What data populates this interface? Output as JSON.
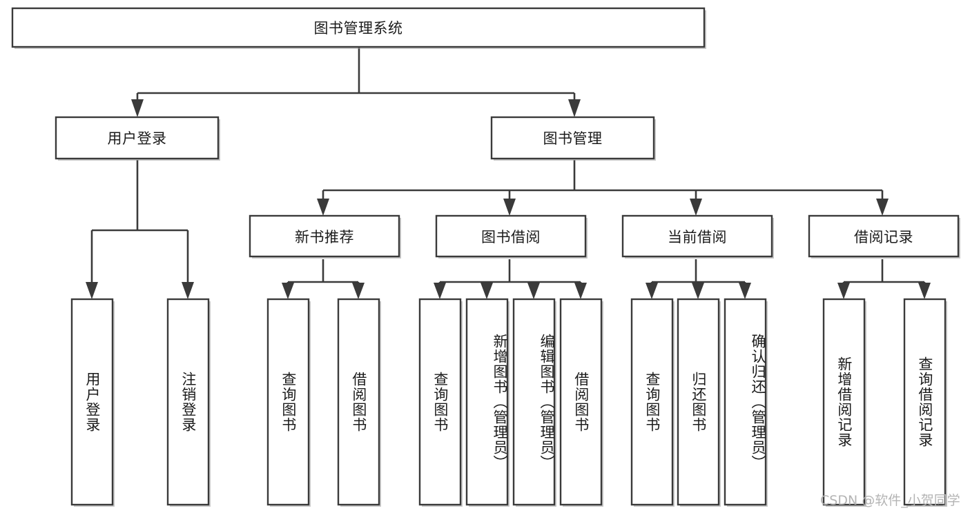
{
  "diagram": {
    "title": "图书管理系统",
    "type": "functional-structure-tree",
    "orientation": "top-down",
    "colors": {
      "box_stroke": "#3a3a3a",
      "box_fill": "#ffffff",
      "edge": "#3a3a3a",
      "text": "#1b1b1b",
      "watermark": "#b4b4b4",
      "background": "#ffffff"
    },
    "root": {
      "id": "root",
      "label": "图书管理系统",
      "orientation": "horizontal"
    },
    "level2": [
      {
        "id": "user-login",
        "label": "用户登录",
        "orientation": "horizontal"
      },
      {
        "id": "book-manage",
        "label": "图书管理",
        "orientation": "horizontal"
      }
    ],
    "level3": [
      {
        "id": "new-book-recommend",
        "label": "新书推荐",
        "orientation": "horizontal",
        "parent": "book-manage"
      },
      {
        "id": "book-borrow",
        "label": "图书借阅",
        "orientation": "horizontal",
        "parent": "book-manage"
      },
      {
        "id": "current-borrow",
        "label": "当前借阅",
        "orientation": "horizontal",
        "parent": "book-manage"
      },
      {
        "id": "borrow-record",
        "label": "借阅记录",
        "orientation": "horizontal",
        "parent": "book-manage"
      }
    ],
    "leaves": [
      {
        "id": "leaf-user-login",
        "label": "用户登录",
        "parent": "user-login",
        "orientation": "vertical"
      },
      {
        "id": "leaf-user-logout",
        "label": "注销登录",
        "parent": "user-login",
        "orientation": "vertical"
      },
      {
        "id": "leaf-query-book-1",
        "label": "查询图书",
        "parent": "new-book-recommend",
        "orientation": "vertical"
      },
      {
        "id": "leaf-borrow-book-1",
        "label": "借阅图书",
        "parent": "new-book-recommend",
        "orientation": "vertical"
      },
      {
        "id": "leaf-query-book-2",
        "label": "查询图书",
        "parent": "book-borrow",
        "orientation": "vertical"
      },
      {
        "id": "leaf-add-book",
        "label": "新增图书（管理员）",
        "parent": "book-borrow",
        "orientation": "vertical"
      },
      {
        "id": "leaf-edit-book",
        "label": "编辑图书（管理员）",
        "parent": "book-borrow",
        "orientation": "vertical"
      },
      {
        "id": "leaf-borrow-book-2",
        "label": "借阅图书",
        "parent": "book-borrow",
        "orientation": "vertical"
      },
      {
        "id": "leaf-query-book-3",
        "label": "查询图书",
        "parent": "current-borrow",
        "orientation": "vertical"
      },
      {
        "id": "leaf-return-book",
        "label": "归还图书",
        "parent": "current-borrow",
        "orientation": "vertical"
      },
      {
        "id": "leaf-confirm-return",
        "label": "确认归还（管理员）",
        "parent": "current-borrow",
        "orientation": "vertical"
      },
      {
        "id": "leaf-add-record",
        "label": "新增借阅记录",
        "parent": "borrow-record",
        "orientation": "vertical"
      },
      {
        "id": "leaf-query-record",
        "label": "查询借阅记录",
        "parent": "borrow-record",
        "orientation": "vertical"
      }
    ]
  },
  "watermark": {
    "text": "CSDN @软件_小贺同学"
  }
}
